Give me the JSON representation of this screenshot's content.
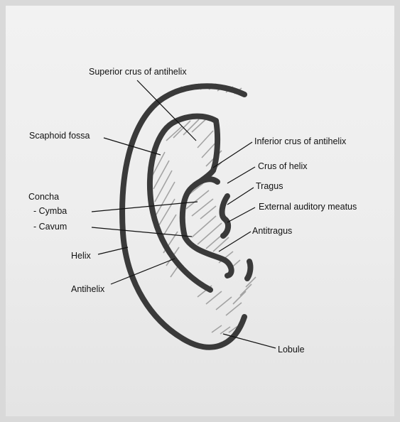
{
  "labels": {
    "superior_crus": "Superior crus of antihelix",
    "scaphoid_fossa": "Scaphoid fossa",
    "inferior_crus": "Inferior crus of antihelix",
    "crus_of_helix": "Crus of helix",
    "tragus": "Tragus",
    "external_auditory_meatus": "External auditory meatus",
    "concha": "Concha",
    "cymba": "- Cymba",
    "cavum": "- Cavum",
    "antitragus": "Antitragus",
    "helix": "Helix",
    "antihelix": "Antihelix",
    "lobule": "Lobule"
  },
  "colors": {
    "outline": "#3a3a3a",
    "shading": "#8c8c8c",
    "leader": "#111111",
    "paper": "#efefef"
  }
}
